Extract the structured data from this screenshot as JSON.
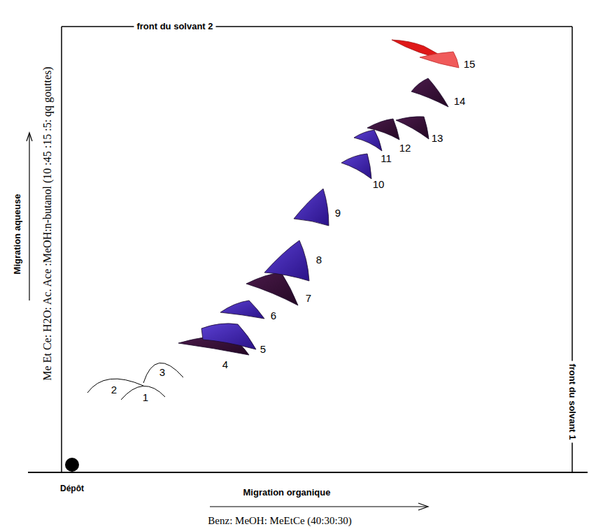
{
  "diagram": {
    "labels": [
      "front du solvant 2",
      "Me Et Ce: H2O: Ac. Ace :MeOH:n-butanol (10 :45 :15 :5: qq gouttes)",
      "Migration aqueuse",
      "front du solvant 1",
      "Dépôt",
      "Migration organique",
      "Benz: MeOH: MeEtCe (40:30:30)",
      "1",
      "2",
      "3",
      "4",
      "5",
      "6",
      "7",
      "8",
      "9",
      "10",
      "11",
      "12",
      "13",
      "14",
      "15"
    ]
  }
}
